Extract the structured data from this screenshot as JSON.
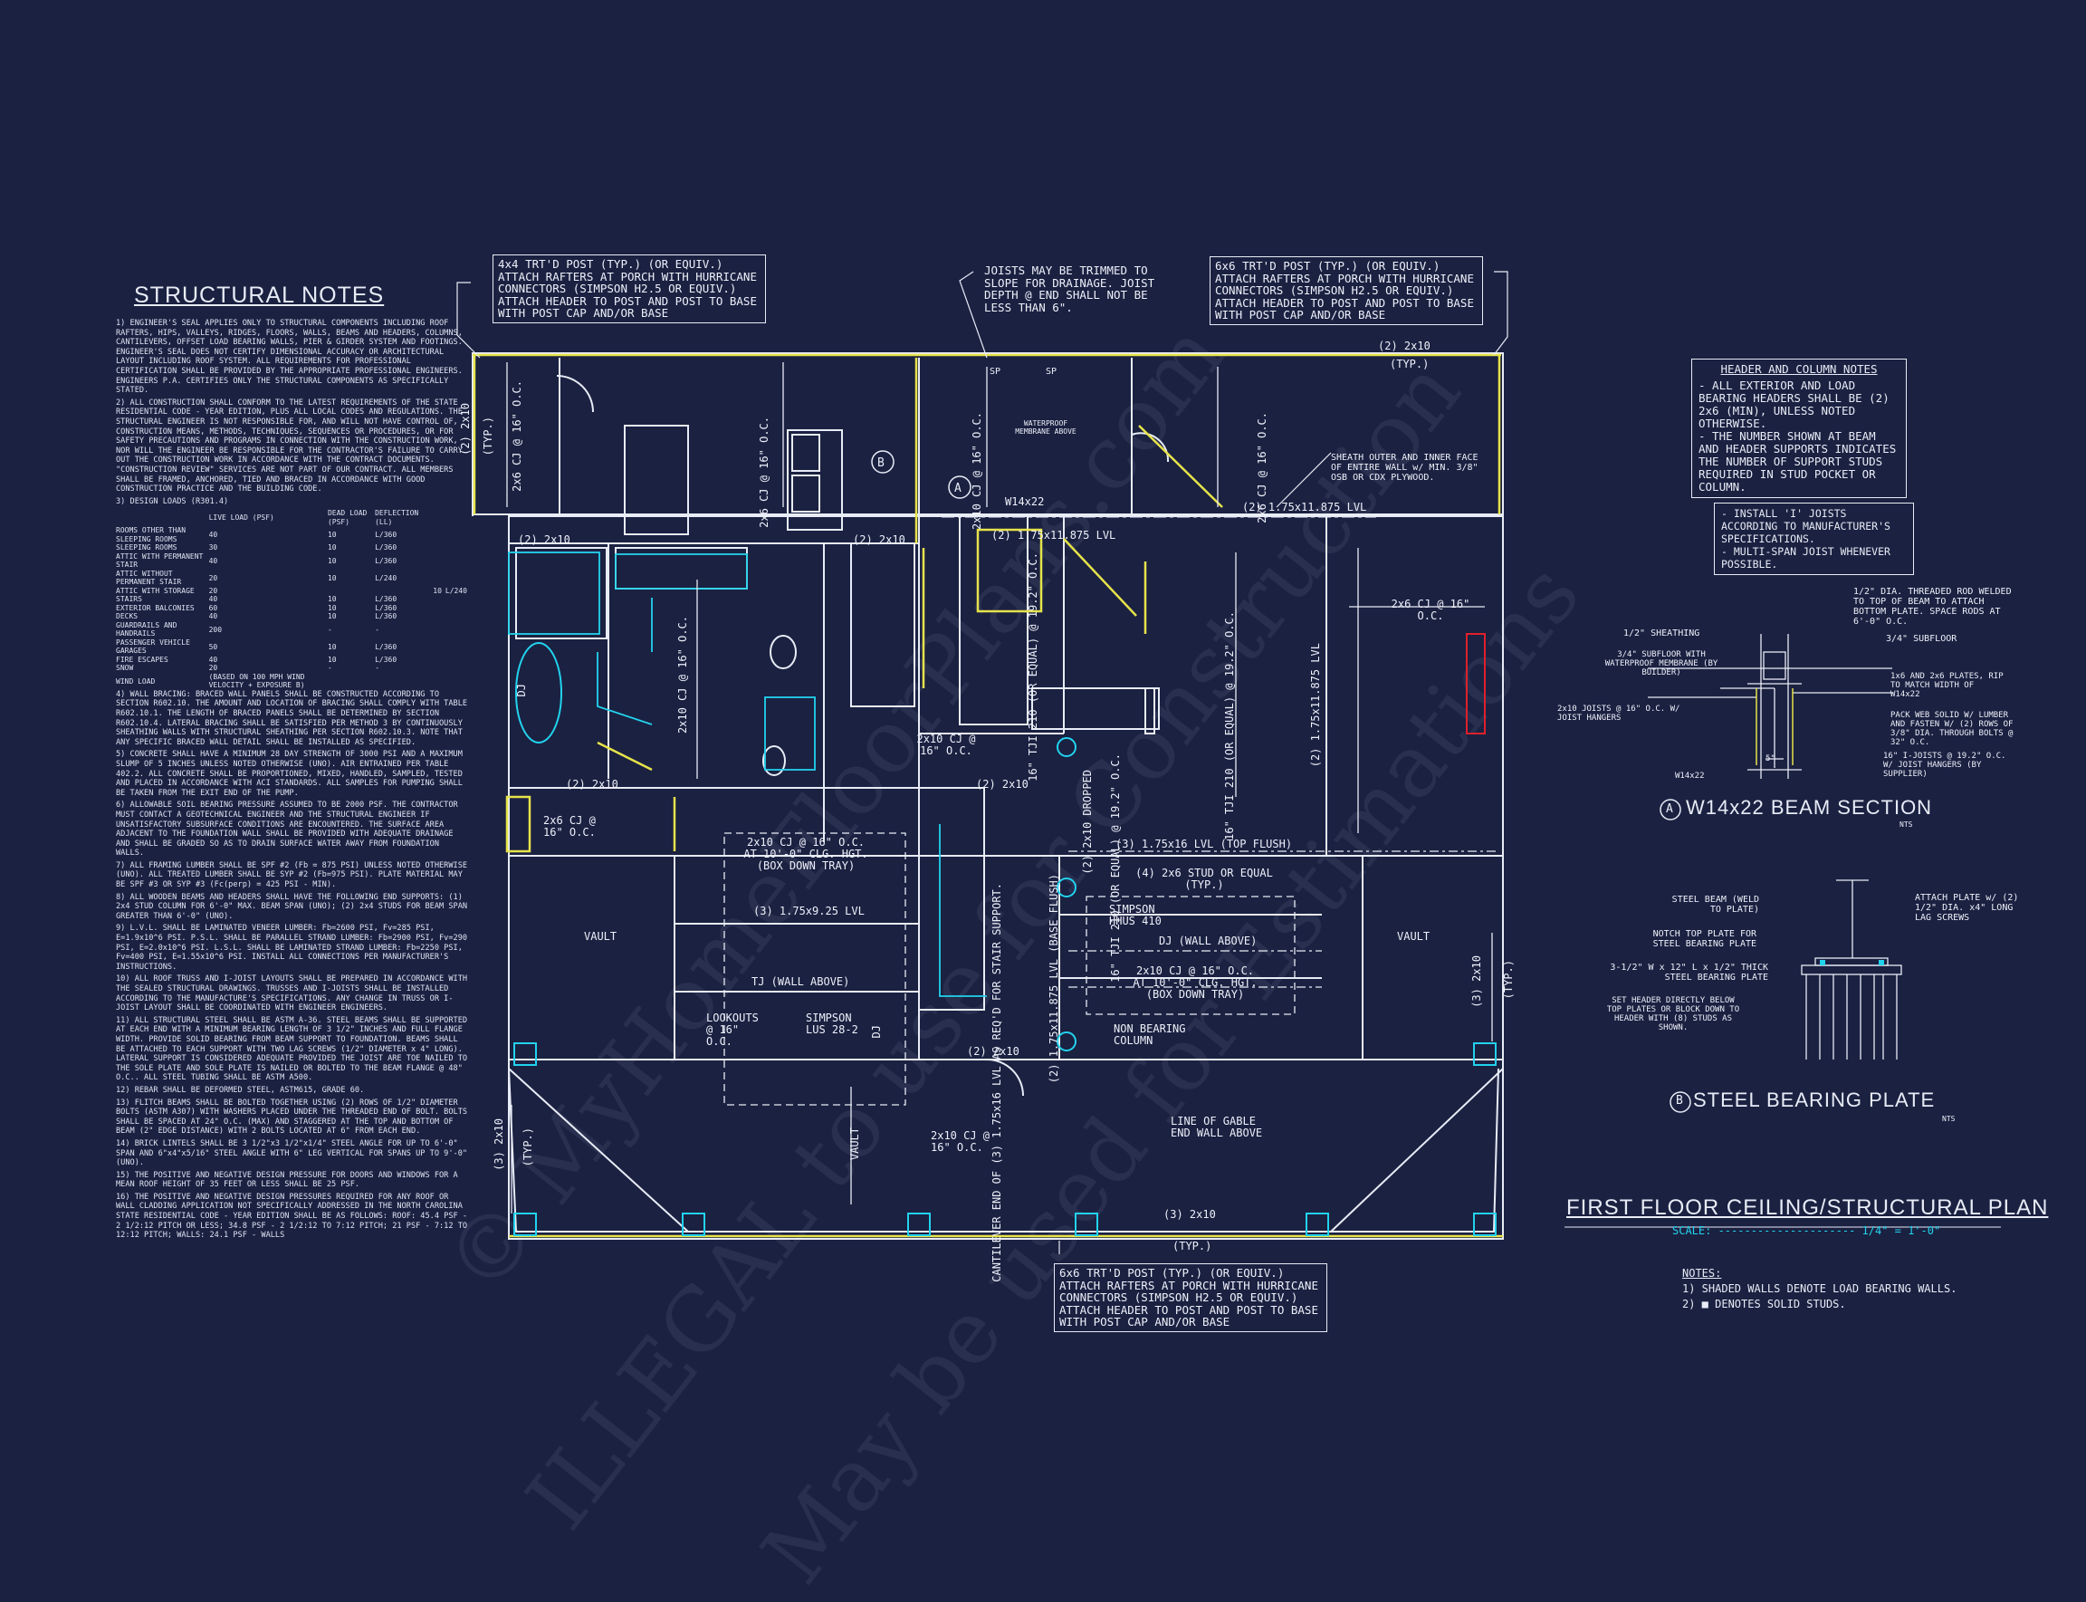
{
  "structural_notes": {
    "title": "STRUCTURAL NOTES",
    "items": [
      "1) ENGINEER'S SEAL APPLIES ONLY TO STRUCTURAL COMPONENTS INCLUDING ROOF RAFTERS, HIPS, VALLEYS, RIDGES, FLOORS, WALLS, BEAMS AND HEADERS, COLUMNS, CANTILEVERS, OFFSET LOAD BEARING WALLS, PIER & GIRDER SYSTEM AND FOOTINGS. ENGINEER'S SEAL DOES NOT CERTIFY DIMENSIONAL ACCURACY OR ARCHITECTURAL LAYOUT INCLUDING ROOF SYSTEM. ALL REQUIREMENTS FOR PROFESSIONAL CERTIFICATION SHALL BE PROVIDED BY THE APPROPRIATE PROFESSIONAL ENGINEERS. ENGINEERS P.A. CERTIFIES ONLY THE STRUCTURAL COMPONENTS AS SPECIFICALLY STATED.",
      "2) ALL CONSTRUCTION SHALL CONFORM TO THE LATEST REQUIREMENTS OF THE STATE RESIDENTIAL CODE - YEAR EDITION, PLUS ALL LOCAL CODES AND REGULATIONS. THE STRUCTURAL ENGINEER IS NOT RESPONSIBLE FOR, AND WILL NOT HAVE CONTROL OF, CONSTRUCTION MEANS, METHODS, TECHNIQUES, SEQUENCES OR PROCEDURES, OR FOR SAFETY PRECAUTIONS AND PROGRAMS IN CONNECTION WITH THE CONSTRUCTION WORK, NOR WILL THE ENGINEER BE RESPONSIBLE FOR THE CONTRACTOR'S FAILURE TO CARRY OUT THE CONSTRUCTION WORK IN ACCORDANCE WITH THE CONTRACT DOCUMENTS. \"CONSTRUCTION REVIEW\" SERVICES ARE NOT PART OF OUR CONTRACT. ALL MEMBERS SHALL BE FRAMED, ANCHORED, TIED AND BRACED IN ACCORDANCE WITH GOOD CONSTRUCTION PRACTICE AND THE BUILDING CODE.",
      "3) DESIGN LOADS (R301.4)"
    ],
    "load_table": {
      "headers": [
        "",
        "LIVE LOAD (PSF)",
        "DEAD LOAD (PSF)",
        "DEFLECTION (LL)"
      ],
      "rows": [
        [
          "ROOMS OTHER THAN SLEEPING ROOMS",
          "40",
          "10",
          "L/360"
        ],
        [
          "SLEEPING ROOMS",
          "30",
          "10",
          "L/360"
        ],
        [
          "ATTIC WITH PERMANENT STAIR",
          "40",
          "10",
          "L/360"
        ],
        [
          "ATTIC WITHOUT PERMANENT STAIR",
          "20",
          "10",
          "L/240"
        ],
        [
          "ATTIC WITH STORAGE",
          "20",
          "10",
          "L/240"
        ],
        [
          "STAIRS",
          "40",
          "10",
          "L/360"
        ],
        [
          "EXTERIOR BALCONIES",
          "60",
          "10",
          "L/360"
        ],
        [
          "DECKS",
          "40",
          "10",
          "L/360"
        ],
        [
          "GUARDRAILS AND HANDRAILS",
          "200",
          "-",
          "-"
        ],
        [
          "PASSENGER VEHICLE GARAGES",
          "50",
          "10",
          "L/360"
        ],
        [
          "FIRE ESCAPES",
          "40",
          "10",
          "L/360"
        ],
        [
          "SNOW",
          "20",
          "-",
          "-"
        ],
        [
          "WIND LOAD",
          "(BASED ON 100 MPH WIND VELOCITY + EXPOSURE B)",
          "",
          ""
        ]
      ]
    },
    "items2": [
      "4) WALL BRACING: BRACED WALL PANELS SHALL BE CONSTRUCTED ACCORDING TO SECTION R602.10. THE AMOUNT AND LOCATION OF BRACING SHALL COMPLY WITH TABLE R602.10.1. THE LENGTH OF BRACED PANELS SHALL BE DETERMINED BY SECTION R602.10.4. LATERAL BRACING SHALL BE SATISFIED PER METHOD 3 BY CONTINUOUSLY SHEATHING WALLS WITH STRUCTURAL SHEATHING PER SECTION R602.10.3. NOTE THAT ANY SPECIFIC BRACED WALL DETAIL SHALL BE INSTALLED AS SPECIFIED.",
      "5) CONCRETE SHALL HAVE A MINIMUM 28 DAY STRENGTH OF 3000 PSI AND A MAXIMUM SLUMP OF 5 INCHES UNLESS NOTED OTHERWISE (UNO). AIR ENTRAINED PER TABLE 402.2. ALL CONCRETE SHALL BE PROPORTIONED, MIXED, HANDLED, SAMPLED, TESTED AND PLACED IN ACCORDANCE WITH ACI STANDARDS. ALL SAMPLES FOR PUMPING SHALL BE TAKEN FROM THE EXIT END OF THE PUMP.",
      "6) ALLOWABLE SOIL BEARING PRESSURE ASSUMED TO BE 2000 PSF. THE CONTRACTOR MUST CONTACT A GEOTECHNICAL ENGINEER AND THE STRUCTURAL ENGINEER IF UNSATISFACTORY SUBSURFACE CONDITIONS ARE ENCOUNTERED. THE SURFACE AREA ADJACENT TO THE FOUNDATION WALL SHALL BE PROVIDED WITH ADEQUATE DRAINAGE AND SHALL BE GRADED SO AS TO DRAIN SURFACE WATER AWAY FROM FOUNDATION WALLS.",
      "7) ALL FRAMING LUMBER SHALL BE SPF #2 (Fb = 875 PSI) UNLESS NOTED OTHERWISE (UNO). ALL TREATED LUMBER SHALL BE SYP #2 (Fb=975 PSI). PLATE MATERIAL MAY BE SPF #3 OR SYP #3 (Fc(perp) = 425 PSI - MIN).",
      "8) ALL WOODEN BEAMS AND HEADERS SHALL HAVE THE FOLLOWING END SUPPORTS: (1) 2x4 STUD COLUMN FOR 6'-0\" MAX. BEAM SPAN (UNO); (2) 2x4 STUDS FOR BEAM SPAN GREATER THAN 6'-0\" (UNO).",
      "9) L.V.L. SHALL BE LAMINATED VENEER LUMBER: Fb=2600 PSI, Fv=285 PSI, E=1.9x10^6 PSI. P.S.L. SHALL BE PARALLEL STRAND LUMBER: Fb=2900 PSI, Fv=290 PSI, E=2.0x10^6 PSI. L.S.L. SHALL BE LAMINATED STRAND LUMBER: Fb=2250 PSI, Fv=400 PSI, E=1.55x10^6 PSI. INSTALL ALL CONNECTIONS PER MANUFACTURER'S INSTRUCTIONS.",
      "10) ALL ROOF TRUSS AND I-JOIST LAYOUTS SHALL BE PREPARED IN ACCORDANCE WITH THE SEALED STRUCTURAL DRAWINGS. TRUSSES AND I-JOISTS SHALL BE INSTALLED ACCORDING TO THE MANUFACTURE'S SPECIFICATIONS. ANY CHANGE IN TRUSS OR I-JOIST LAYOUT SHALL BE COORDINATED WITH ENGINEER ENGINEERS.",
      "11) ALL STRUCTURAL STEEL SHALL BE ASTM A-36. STEEL BEAMS SHALL BE SUPPORTED AT EACH END WITH A MINIMUM BEARING LENGTH OF 3 1/2\" INCHES AND FULL FLANGE WIDTH. PROVIDE SOLID BEARING FROM BEAM SUPPORT TO FOUNDATION. BEAMS SHALL BE ATTACHED TO EACH SUPPORT WITH TWO LAG SCREWS (1/2\" DIAMETER x 4\" LONG). LATERAL SUPPORT IS CONSIDERED ADEQUATE PROVIDED THE JOIST ARE TOE NAILED TO THE SOLE PLATE AND SOLE PLATE IS NAILED OR BOLTED TO THE BEAM FLANGE @ 48\" O.C.. ALL STEEL TUBING SHALL BE ASTM A500.",
      "12) REBAR SHALL BE DEFORMED STEEL, ASTM615, GRADE 60.",
      "13) FLITCH BEAMS SHALL BE BOLTED TOGETHER USING (2) ROWS OF 1/2\" DIAMETER BOLTS (ASTM A307) WITH WASHERS PLACED UNDER THE THREADED END OF BOLT. BOLTS SHALL BE SPACED AT 24\" O.C. (MAX) AND STAGGERED AT THE TOP AND BOTTOM OF BEAM (2\" EDGE DISTANCE) WITH 2 BOLTS LOCATED AT 6\" FROM EACH END.",
      "14) BRICK LINTELS SHALL BE 3 1/2\"x3 1/2\"x1/4\" STEEL ANGLE FOR UP TO 6'-0\" SPAN AND 6\"x4\"x5/16\" STEEL ANGLE WITH 6\" LEG VERTICAL FOR SPANS UP TO 9'-0\" (UNO).",
      "15) THE POSITIVE AND NEGATIVE DESIGN PRESSURE FOR DOORS AND WINDOWS FOR A MEAN ROOF HEIGHT OF 35 FEET OR LESS SHALL BE 25 PSF.",
      "16) THE POSITIVE AND NEGATIVE DESIGN PRESSURES REQUIRED FOR ANY ROOF OR WALL CLADDING APPLICATION NOT SPECIFICALLY ADDRESSED IN THE NORTH CAROLINA STATE RESIDENTIAL CODE - YEAR EDITION SHALL BE AS FOLLOWS: ROOF: 45.4 PSF - 2 1/2:12 PITCH OR LESS; 34.8 PSF - 2 1/2:12 TO 7:12 PITCH; 21 PSF - 7:12 TO 12:12 PITCH; WALLS: 24.1 PSF - WALLS"
    ]
  },
  "callouts": {
    "top_left": "4x4 TRT'D POST (TYP.) (OR EQUIV.) ATTACH RAFTERS AT PORCH WITH HURRICANE CONNECTORS (SIMPSON H2.5 OR EQUIV.) ATTACH HEADER TO POST AND POST TO BASE WITH POST CAP AND/OR BASE",
    "top_mid": "JOISTS MAY BE TRIMMED TO SLOPE FOR DRAINAGE. JOIST DEPTH @ END SHALL NOT BE LESS THAN 6\".",
    "top_right": "6x6 TRT'D POST (TYP.) (OR EQUIV.) ATTACH RAFTERS AT PORCH WITH HURRICANE CONNECTORS (SIMPSON H2.5 OR EQUIV.) ATTACH HEADER TO POST AND POST TO BASE WITH POST CAP AND/OR BASE",
    "bottom": "6x6 TRT'D POST (TYP.) (OR EQUIV.) ATTACH RAFTERS AT PORCH WITH HURRICANE CONNECTORS (SIMPSON H2.5 OR EQUIV.) ATTACH HEADER TO POST AND POST TO BASE WITH POST CAP AND/OR BASE"
  },
  "plan_labels": {
    "top_2x10": "(2) 2x10",
    "typ": "(TYP.)",
    "sp": "SP",
    "waterproof": "WATERPROOF MEMBRANE ABOVE",
    "sheath": "SHEATH OUTER AND INNER FACE OF ENTIRE WALL w/ MIN. 3/8\" OSB OR CDX PLYWOOD.",
    "w14": "W14x22",
    "lvl_175_11875": "(2) 1.75x11.875 LVL",
    "cj_2x6_16": "2x6 CJ @ 16\" O.C.",
    "cj_2x10_16": "2x10 CJ @ 16\" O.C.",
    "tji_210_192": "16\" TJI 210 (OR EQUAL) @ 19.2\" O.C.",
    "lvl_175_16_top": "(3) 1.75x16 LVL (TOP FLUSH)",
    "stud_2x6": "(4) 2x6 STUD OR EQUAL (TYP.)",
    "simpson_hhus": "SIMPSON HHUS 410",
    "dj_wall": "DJ (WALL ABOVE)",
    "cj_2x10_box": "2x10 CJ @ 16\" O.C. AT 10'-0\" CLG. HGT. (BOX DOWN TRAY)",
    "lvl_175_925": "(3) 1.75x9.25 LVL",
    "tj_wall": "TJ (WALL ABOVE)",
    "lookouts": "LOOKOUTS @ 16\" O.C.",
    "simpson_lus": "SIMPSON LUS 28-2",
    "cantilever": "CANTILEVER END OF (3) 1.75x16 LVL AS REQ'D FOR STAIR SUPPORT.",
    "lvl_175_11875_base": "(2) 1.75x11.875 LVL (BASE FLUSH)",
    "dropped_2x10": "(2) 2x10 DROPPED",
    "tji_210_dropped": "16\" TJI 210 (OR EQUAL) @ 19.2\" O.C.",
    "non_bearing": "NON BEARING COLUMN",
    "gable": "LINE OF GABLE END WALL ABOVE",
    "vault": "VAULT",
    "dj": "DJ",
    "two_2x10": "(2) 2x10",
    "three_2x10": "(3) 2x10"
  },
  "header_notes": {
    "title": "HEADER AND COLUMN NOTES",
    "lines": [
      "- ALL EXTERIOR AND LOAD BEARING HEADERS SHALL BE (2) 2x6 (MIN), UNLESS NOTED OTHERWISE.",
      "- THE NUMBER SHOWN AT BEAM AND HEADER SUPPORTS INDICATES THE NUMBER OF SUPPORT STUDS REQUIRED IN STUD POCKET OR COLUMN."
    ]
  },
  "ijoist_notes": {
    "lines": [
      "- INSTALL 'I' JOISTS ACCORDING TO MANUFACTURER'S SPECIFICATIONS.",
      "- MULTI-SPAN JOIST WHENEVER POSSIBLE."
    ]
  },
  "beam_section": {
    "title": "W14x22 BEAM SECTION",
    "tag": "A",
    "nts": "NTS",
    "labels": [
      "1/2\" DIA. THREADED ROD WELDED TO TOP OF BEAM TO ATTACH BOTTOM PLATE. SPACE RODS AT 6'-0\" O.C.",
      "1/2\" SHEATHING",
      "3/4\" SUBFLOOR",
      "3/4\" SUBFLOOR WITH WATERPROOF MEMBRANE (BY BUILDER)",
      "1x6 AND 2x6 PLATES, RIP TO MATCH WIDTH OF W14x22",
      "2x10 JOISTS @ 16\" O.C. W/ JOIST HANGERS",
      "PACK WEB SOLID W/ LUMBER AND FASTEN W/ (2) ROWS OF 3/8\" DIA. THROUGH BOLTS @ 32\" O.C.",
      "16\" I-JOISTS @ 19.2\" O.C. W/ JOIST HANGERS (BY SUPPLIER)",
      "W14x22",
      "5\""
    ]
  },
  "bearing_plate": {
    "title": "STEEL BEARING PLATE",
    "tag": "B",
    "nts": "NTS",
    "labels": [
      "STEEL BEAM (WELD TO PLATE)",
      "ATTACH PLATE w/ (2) 1/2\" DIA. x4\" LONG LAG SCREWS",
      "NOTCH TOP PLATE FOR STEEL BEARING PLATE",
      "3-1/2\" W x 12\" L x 1/2\" THICK STEEL BEARING PLATE",
      "SET HEADER DIRECTLY BELOW TOP PLATES OR BLOCK DOWN TO HEADER WITH (8) STUDS AS SHOWN."
    ]
  },
  "plan_title": {
    "title": "FIRST FLOOR CEILING/STRUCTURAL PLAN",
    "scale": "SCALE: --------------------- 1/4\" = 1'-0\""
  },
  "legend_notes": {
    "title": "NOTES:",
    "lines": [
      "1) SHADED WALLS DENOTE LOAD BEARING WALLS.",
      "2) ■ DENOTES SOLID STUDS."
    ]
  },
  "watermark": {
    "lines": [
      "© MyHomeFloorPlans.com",
      "ILLEGAL to use for Construction",
      "May be used for Estimations"
    ]
  },
  "colors": {
    "background": "#1b2141",
    "lines": "#e8ecf6",
    "yellow": "#e6e34a",
    "cyan": "#22d3ee",
    "red": "#e0202a"
  }
}
